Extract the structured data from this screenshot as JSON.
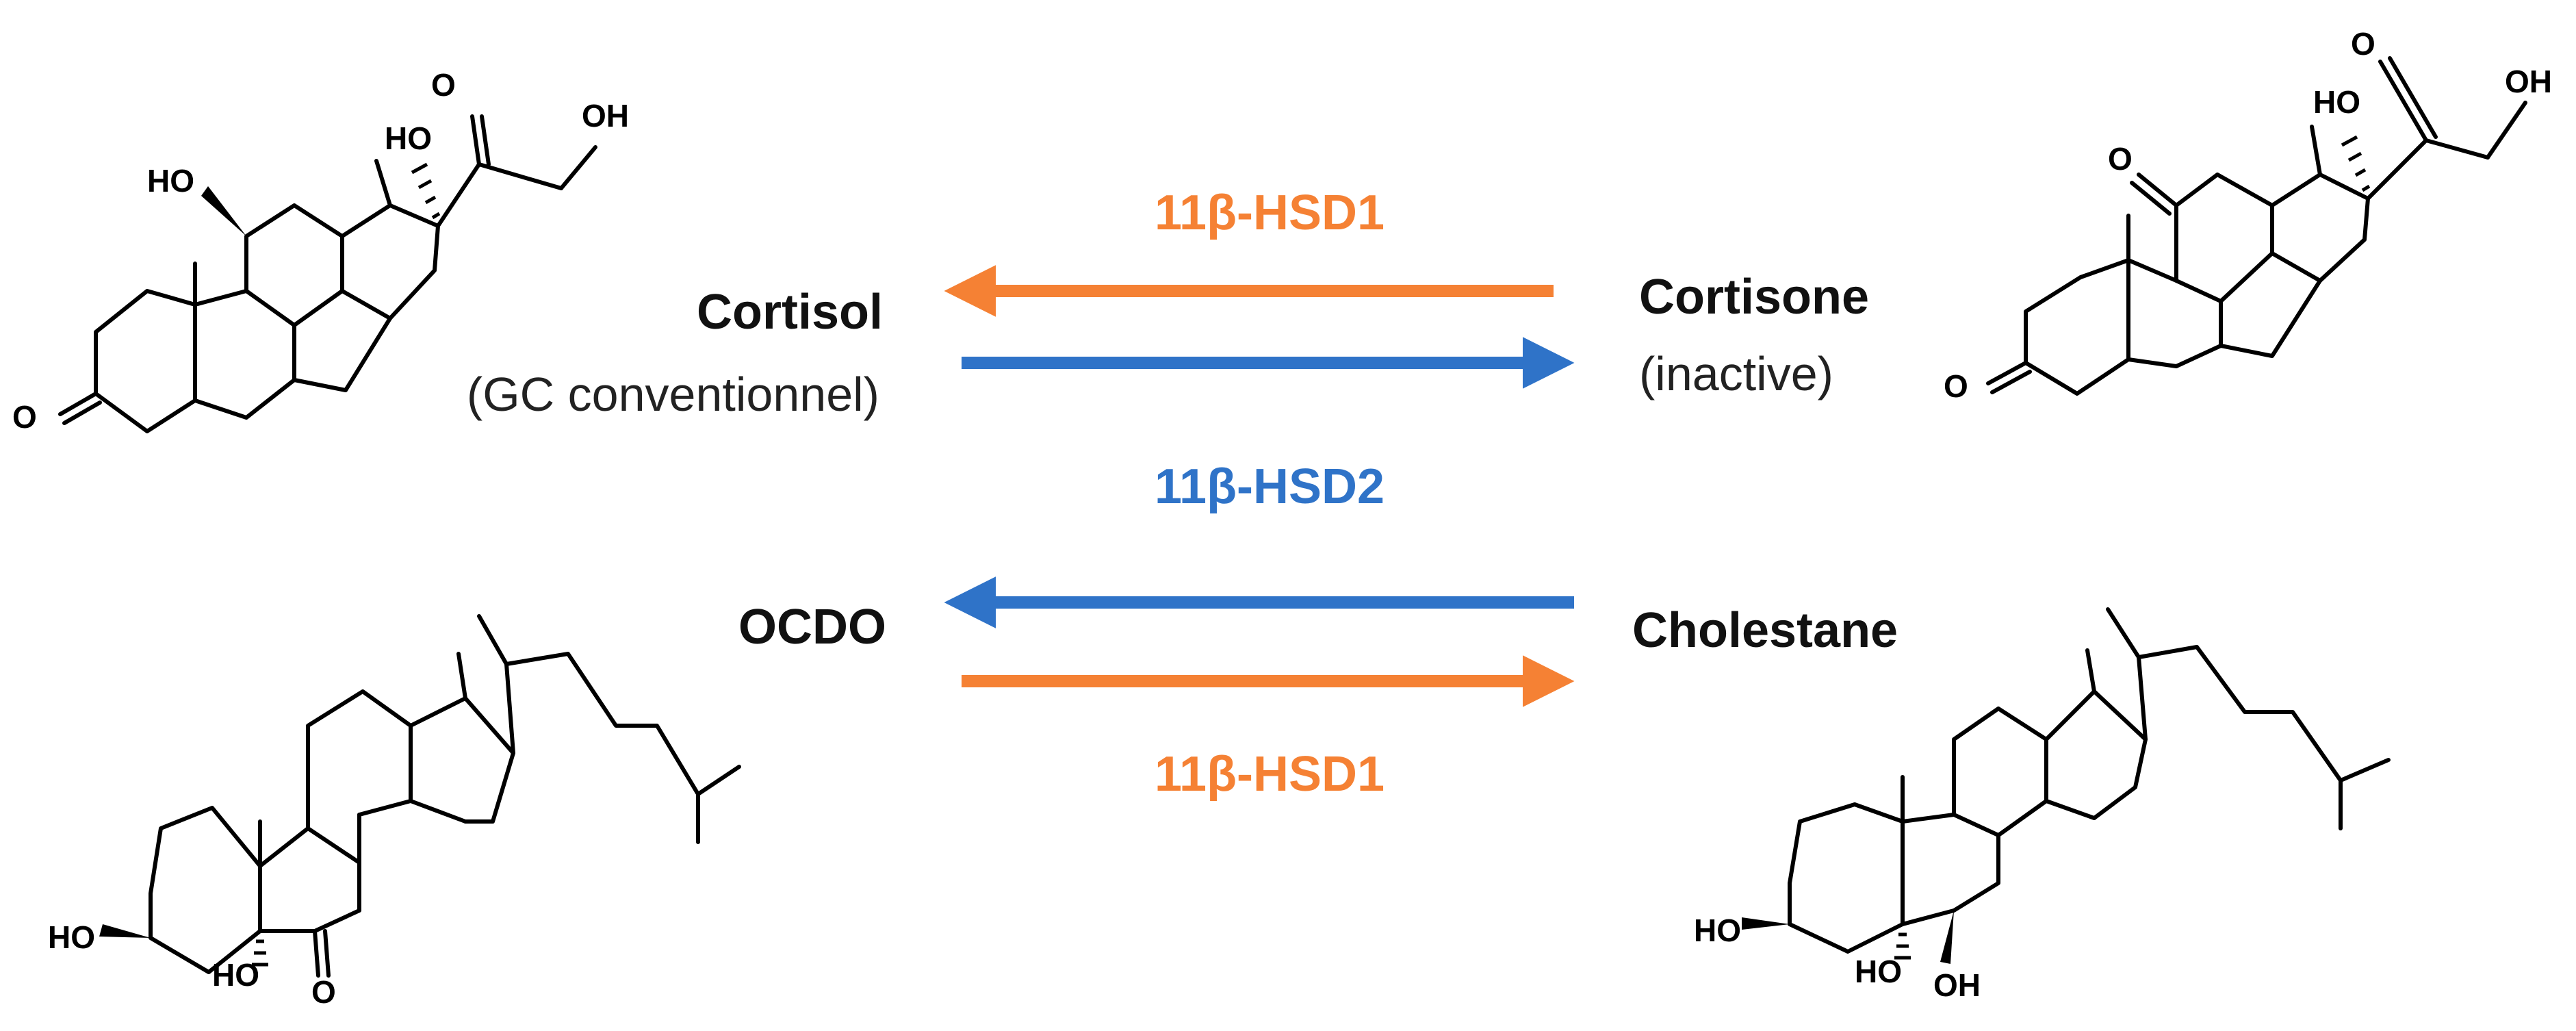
{
  "colors": {
    "hsd1": "#f58134",
    "hsd2": "#2f73c8",
    "text": "#111111"
  },
  "compounds": {
    "cortisol": {
      "name": "Cortisol",
      "note": "(GC conventionnel)",
      "atoms": {
        "ho11": "HO",
        "o3": "O",
        "ho17": "HO",
        "o20": "O",
        "oh21": "OH"
      }
    },
    "cortisone": {
      "name": "Cortisone",
      "note": "(inactive)",
      "atoms": {
        "o11": "O",
        "o3": "O",
        "ho17": "HO",
        "o20": "O",
        "oh21": "OH"
      }
    },
    "ocdo": {
      "name": "OCDO",
      "atoms": {
        "ho3": "HO",
        "ho5": "HO",
        "o6": "O"
      }
    },
    "cholestane": {
      "name": "Cholestane",
      "atoms": {
        "ho3": "HO",
        "ho5": "HO",
        "oh6": "OH"
      }
    }
  },
  "reactions": {
    "top_enzyme_above": "11β-HSD1",
    "middle_enzyme": "11β-HSD2",
    "bottom_enzyme_below": "11β-HSD1"
  }
}
